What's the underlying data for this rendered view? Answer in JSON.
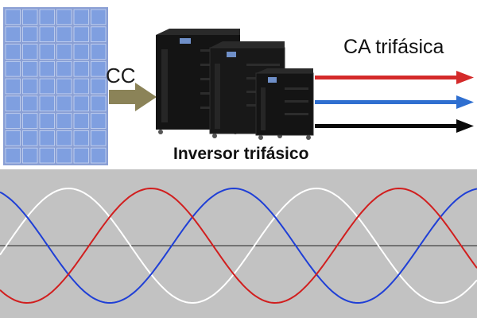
{
  "labels": {
    "dc": "CC",
    "ac": "CA trifásica",
    "inverter": "Inversor trifásico"
  },
  "colors": {
    "panel_frame": "#8a9fd4",
    "panel_cell": "#7f9fe0",
    "dc_arrow": "#8b8358",
    "cabinet": "#141414",
    "phase_red": "#d42a2a",
    "phase_blue": "#2f6fd0",
    "phase_black": "#0a0a0a",
    "wave_background": "#c2c2c2",
    "wave_red": "#d11e1e",
    "wave_blue": "#1f3fd6",
    "wave_white": "#ffffff",
    "wave_axis": "#222222"
  },
  "icons": {
    "solar_panel": "solar-panel-icon",
    "inverter_cabinets": "inverter-cabinet-icon"
  }
}
